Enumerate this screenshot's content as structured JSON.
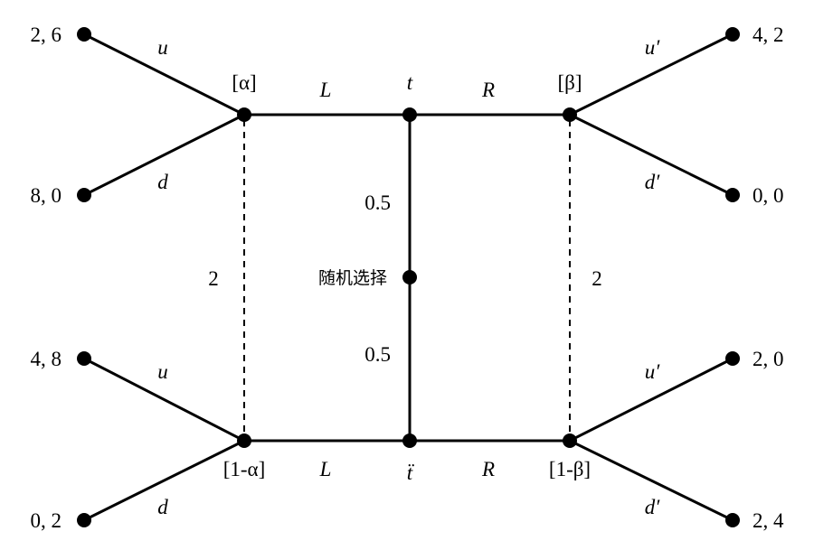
{
  "player1": {
    "top_info_set": "[α]",
    "bottom_info_set": "[1-α]",
    "left_action": "L",
    "right_action": "R"
  },
  "player2": {
    "top_info_set": "[β]",
    "bottom_info_set": "[1-β]"
  },
  "nature": {
    "label": "随机选择",
    "prob_top": "0.5",
    "prob_bottom": "0.5"
  },
  "types": {
    "top": "t",
    "bottom": "ẗ"
  },
  "info_set_labels": {
    "left": "2",
    "right": "2"
  },
  "left_responses": {
    "up": "u",
    "down": "d"
  },
  "right_responses": {
    "up": "u′",
    "down": "d′"
  },
  "payoffs": {
    "left_top_u": "2, 6",
    "left_top_d": "8, 0",
    "left_bottom_u": "4, 8",
    "left_bottom_d": "0, 2",
    "right_top_u": "4, 2",
    "right_top_d": "0, 0",
    "right_bottom_u": "2, 0",
    "right_bottom_d": "2, 4"
  }
}
